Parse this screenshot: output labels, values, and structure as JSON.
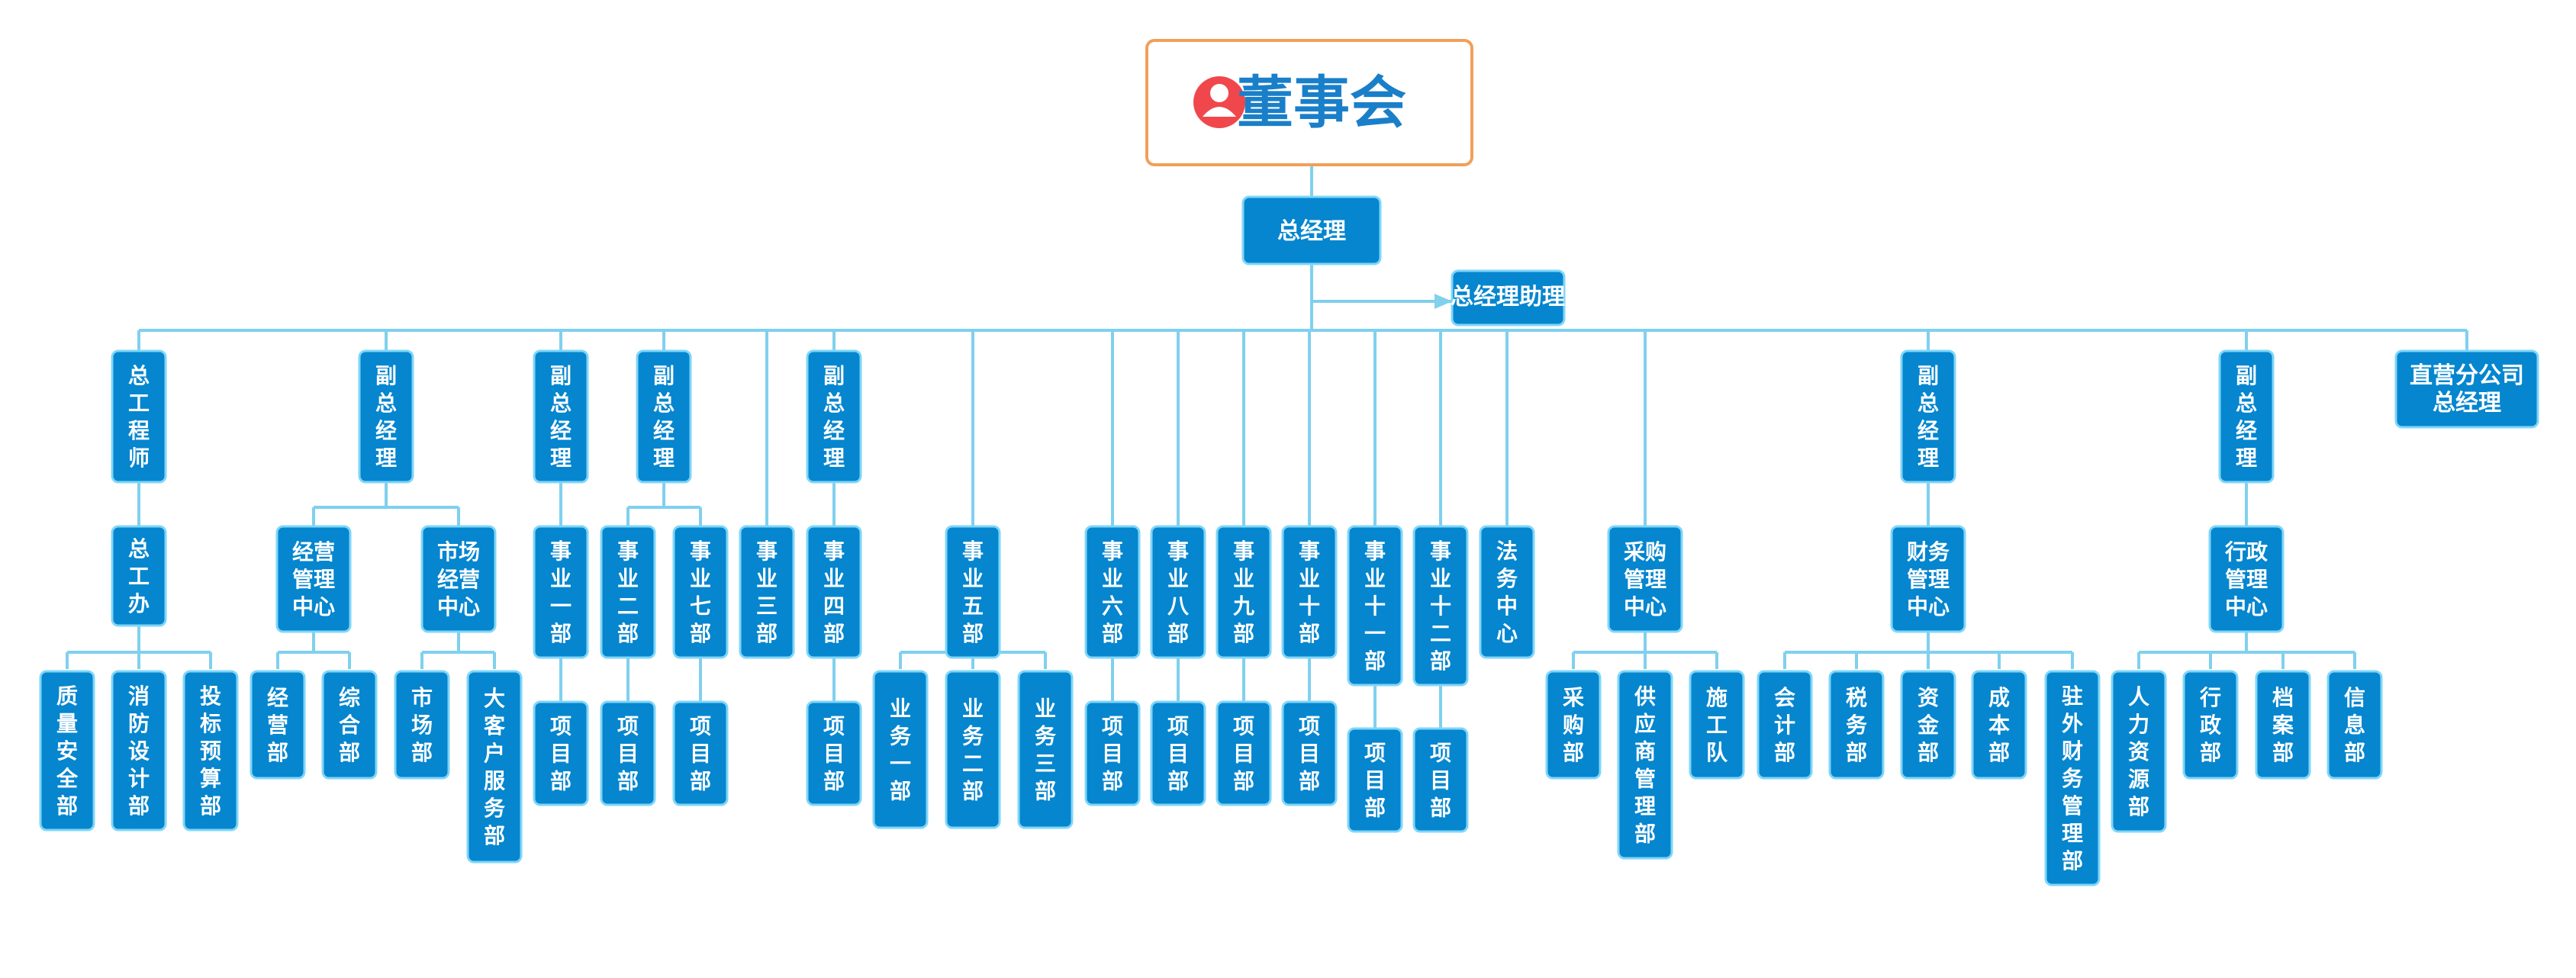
{
  "root": {
    "label": "董事会"
  },
  "gm": {
    "label": "总经理"
  },
  "assistant": {
    "label": "总经理助理"
  },
  "branches": [
    {
      "label": "总工程师",
      "children": [
        {
          "label": "总工办",
          "children": [
            {
              "label": "质量安全部"
            },
            {
              "label": "消防设计部"
            },
            {
              "label": "投标预算部"
            }
          ]
        }
      ]
    },
    {
      "label": "副总经理",
      "children": [
        {
          "label": "经营管理中心",
          "children": [
            {
              "label": "经营部"
            },
            {
              "label": "综合部"
            }
          ]
        },
        {
          "label": "市场经营中心",
          "children": [
            {
              "label": "市场部"
            },
            {
              "label": "大客户服务部"
            }
          ]
        }
      ]
    },
    {
      "label": "副总经理",
      "children": [
        {
          "label": "事业一部",
          "children": [
            {
              "label": "项目部"
            }
          ]
        }
      ]
    },
    {
      "label": "副总经理",
      "children": [
        {
          "label": "事业二部",
          "children": [
            {
              "label": "项目部"
            }
          ]
        },
        {
          "label": "事业七部",
          "children": [
            {
              "label": "项目部"
            }
          ]
        }
      ]
    },
    {
      "label": "事业三部"
    },
    {
      "label": "副总经理",
      "children": [
        {
          "label": "事业四部",
          "children": [
            {
              "label": "项目部"
            }
          ]
        }
      ]
    },
    {
      "label": "事业五部",
      "children": [
        {
          "label": "业务一部"
        },
        {
          "label": "业务二部"
        },
        {
          "label": "业务三部"
        }
      ]
    },
    {
      "label": "事业六部",
      "children": [
        {
          "label": "项目部"
        }
      ]
    },
    {
      "label": "事业八部",
      "children": [
        {
          "label": "项目部"
        }
      ]
    },
    {
      "label": "事业九部",
      "children": [
        {
          "label": "项目部"
        }
      ]
    },
    {
      "label": "事业十部",
      "children": [
        {
          "label": "项目部"
        }
      ]
    },
    {
      "label": "事业十一部",
      "children": [
        {
          "label": "项目部"
        }
      ]
    },
    {
      "label": "事业十二部",
      "children": [
        {
          "label": "项目部"
        }
      ]
    },
    {
      "label": "法务中心"
    },
    {
      "label": "采购管理中心",
      "children": [
        {
          "label": "采购部"
        },
        {
          "label": "供应商管理部"
        },
        {
          "label": "施工队"
        }
      ]
    },
    {
      "label": "副总经理",
      "children": [
        {
          "label": "财务管理中心",
          "children": [
            {
              "label": "会计部"
            },
            {
              "label": "税务部"
            },
            {
              "label": "资金部"
            },
            {
              "label": "成本部"
            },
            {
              "label": "驻外财务管理部"
            }
          ]
        }
      ]
    },
    {
      "label": "副总经理",
      "children": [
        {
          "label": "行政管理中心",
          "children": [
            {
              "label": "人力资源部"
            },
            {
              "label": "行政部"
            },
            {
              "label": "档案部"
            },
            {
              "label": "信息部"
            }
          ]
        }
      ]
    },
    {
      "label": "直营分公司总经理"
    }
  ],
  "colors": {
    "node_fill": "#0586cf",
    "node_border": "#7fd6f7",
    "link": "#80d0ee",
    "root_border": "#f0a05a",
    "root_text": "#1a7fc9",
    "avatar": "#f0474c"
  },
  "icons": {
    "root_icon": "user-avatar-icon"
  }
}
